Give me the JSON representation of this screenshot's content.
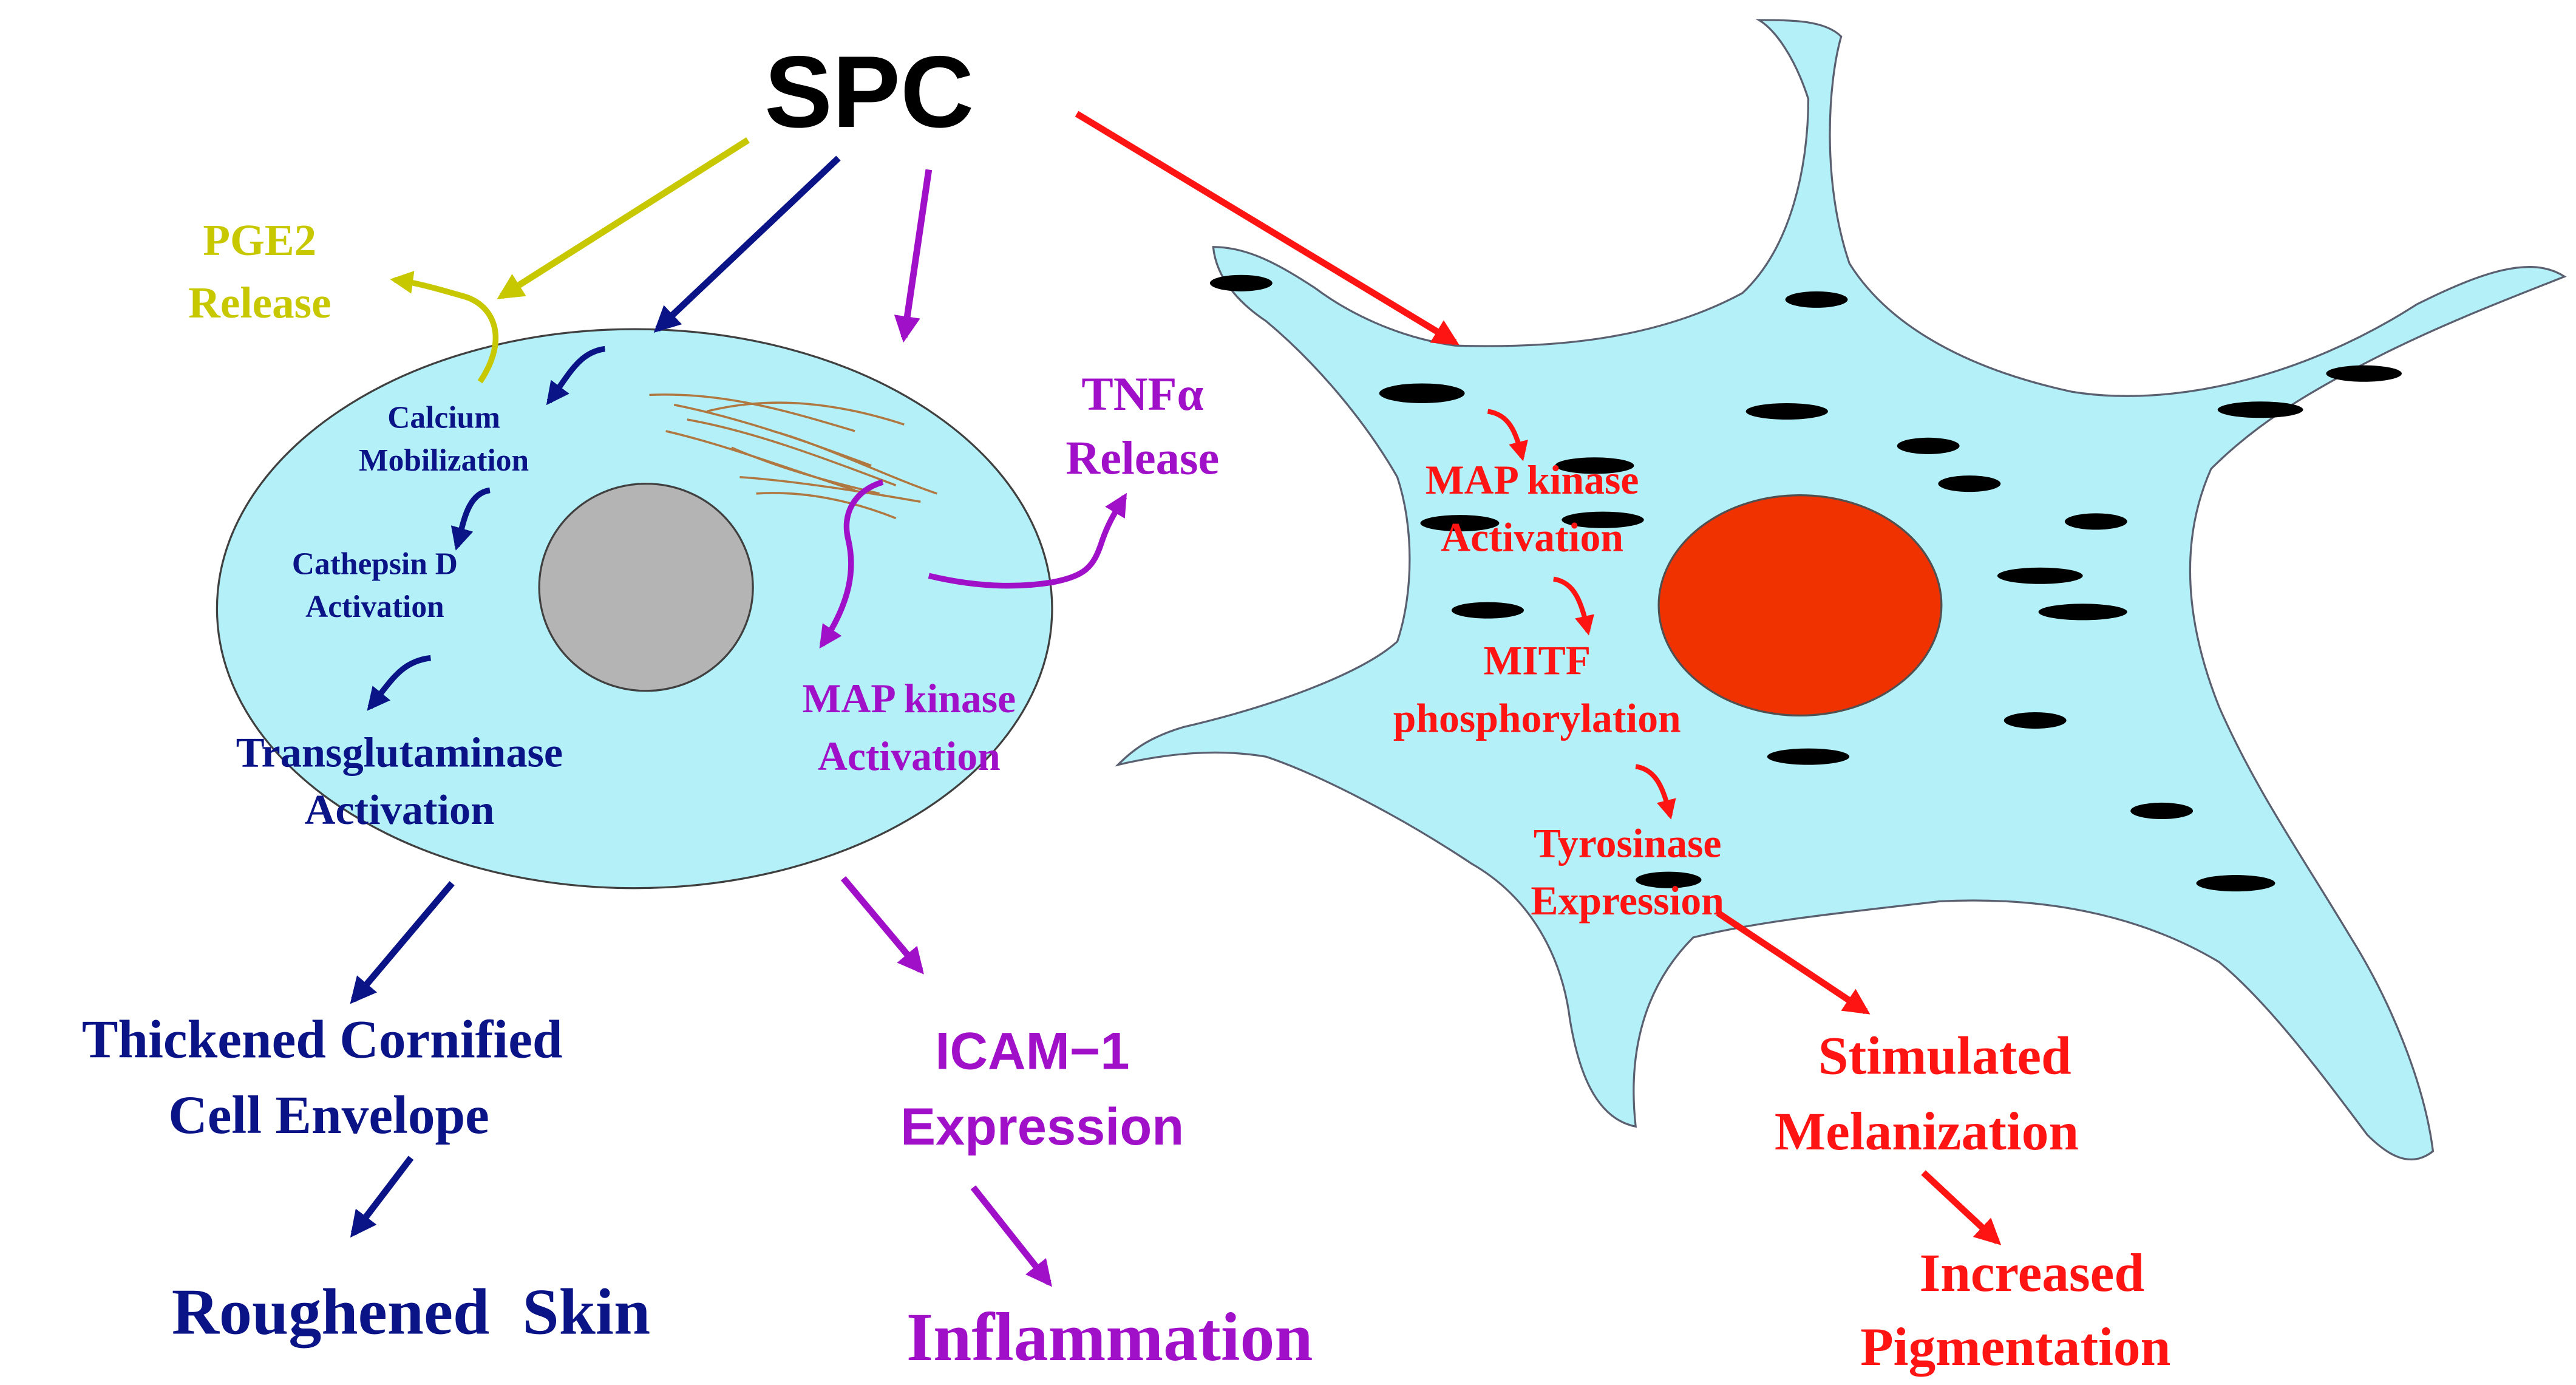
{
  "title": "SPC",
  "keratinocyte": {
    "pge2_line1": "PGE2",
    "pge2_line2": "Release",
    "calcium_line1": "Calcium",
    "calcium_line2": "Mobilization",
    "cathepsin_line1": "Cathepsin D",
    "cathepsin_line2": "Activation",
    "transglutaminase_line1": "Transglutaminase",
    "transglutaminase_line2": "Activation",
    "mapk_line1": "MAP kinase",
    "mapk_line2": "Activation",
    "tnf_line1": "TNFα",
    "tnf_line2": "Release"
  },
  "melanocyte": {
    "mapk_line1": "MAP kinase",
    "mapk_line2": "Activation",
    "mitf_line1": "MITF",
    "mitf_line2": "phosphorylation",
    "tyrosinase_line1": "Tyrosinase",
    "tyrosinase_line2": "Expression"
  },
  "outcomes": {
    "envelope_line1": "Thickened Cornified",
    "envelope_line2": "Cell Envelope",
    "skin": "Roughened  Skin",
    "icam_line1": "ICAM−1",
    "icam_line2": "Expression",
    "inflammation": "Inflammation",
    "melanization_line1": "Stimulated",
    "melanization_line2": "Melanization",
    "pigmentation_line1": "Increased",
    "pigmentation_line2": "Pigmentation"
  },
  "colors": {
    "yellow": "#c8c800",
    "navy": "#0a1487",
    "purple": "#a010c8",
    "red": "#ff1414",
    "cell_fill": "#b4f0f8",
    "nucleus_gray": "#b4b4b4",
    "nucleus_orange": "#f03200",
    "fiber": "#b07840"
  }
}
